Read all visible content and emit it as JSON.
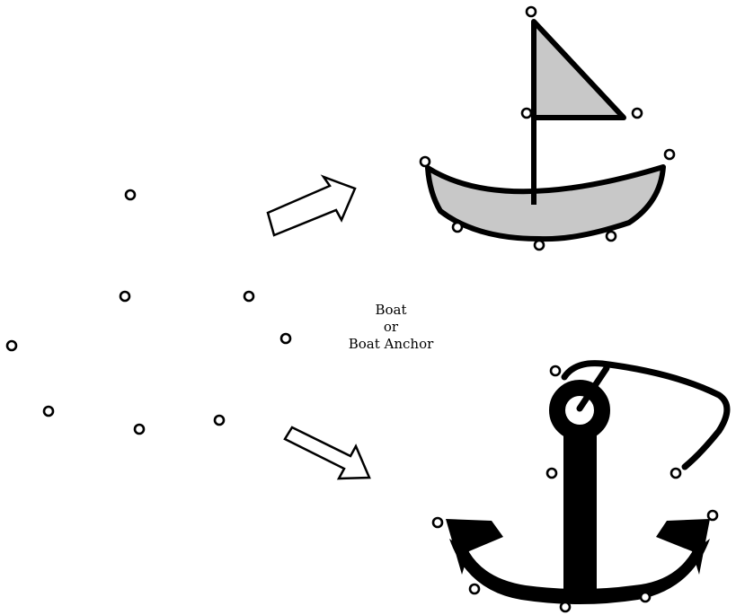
{
  "caption": {
    "line1": "Boat",
    "line2": "or",
    "line3": "Boat Anchor"
  },
  "colors": {
    "outline": "#000000",
    "boat_fill": "#c8c8c8",
    "anchor_fill": "#000000",
    "background": "#ffffff"
  }
}
